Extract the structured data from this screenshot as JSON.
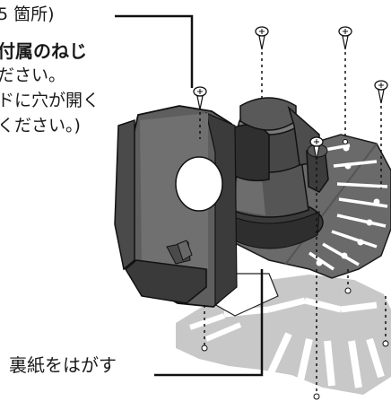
{
  "callout_top": {
    "line1": "5 箇所)",
    "line2": "付属のねじ",
    "line3": "ださい。",
    "line4": "ドに穴が開く",
    "line5": "ください。)"
  },
  "callout_bottom": {
    "label": "裏紙をはがす"
  }
}
